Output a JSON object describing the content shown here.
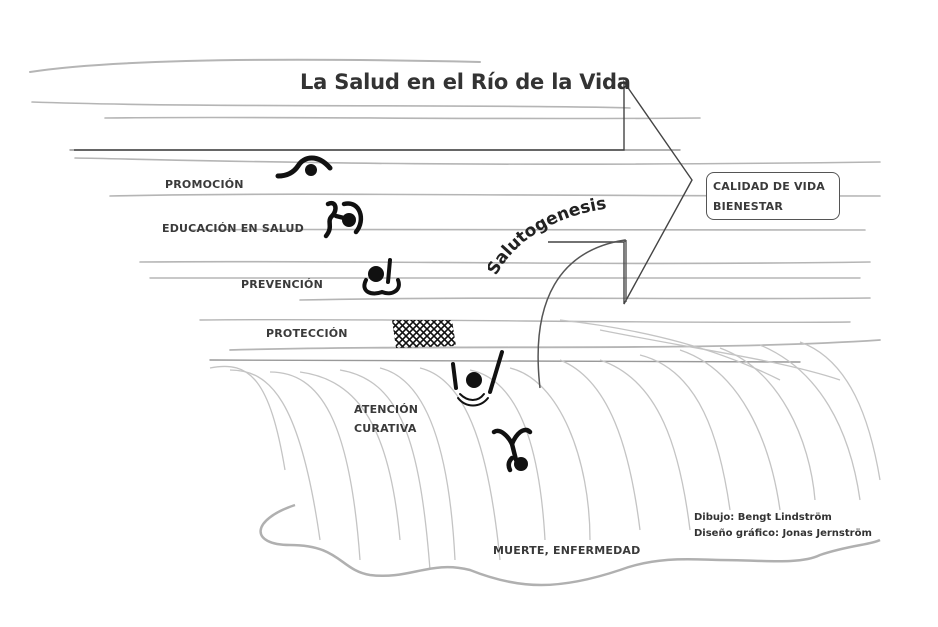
{
  "title": "La Salud en el Río de la Vida",
  "river_labels": {
    "promocion": "PROMOCIÓN",
    "educacion": "EDUCACIÓN EN SALUD",
    "prevencion": "PREVENCIÓN",
    "proteccion": "PROTECCIÓN",
    "atencion_line1": "ATENCIÓN",
    "atencion_line2": "CURATIVA",
    "muerte": "MUERTE, ENFERMEDAD"
  },
  "arrow_label": "Salutogenesis",
  "outcome_box": {
    "line1": "CALIDAD DE VIDA",
    "line2": "BIENESTAR"
  },
  "credits": {
    "drawing": "Dibujo: Bengt Lindström",
    "design": "Diseño gráfico: Jonas Jernström"
  },
  "figures": [
    {
      "name": "swimmer-promocion",
      "icon": "swimmer-icon"
    },
    {
      "name": "swimmer-educacion",
      "icon": "swimmer-icon"
    },
    {
      "name": "swimmer-prevencion",
      "icon": "swimmer-with-ring-icon"
    },
    {
      "name": "net-proteccion",
      "icon": "safety-net-icon"
    },
    {
      "name": "falling-person-atencion",
      "icon": "falling-person-icon"
    },
    {
      "name": "falling-person-waterfall",
      "icon": "upside-down-person-icon"
    }
  ],
  "colors": {
    "ink": "#111111",
    "river_lines": "#b8b8b8",
    "text": "#3a3a3a",
    "arrow_outline": "#444444"
  }
}
